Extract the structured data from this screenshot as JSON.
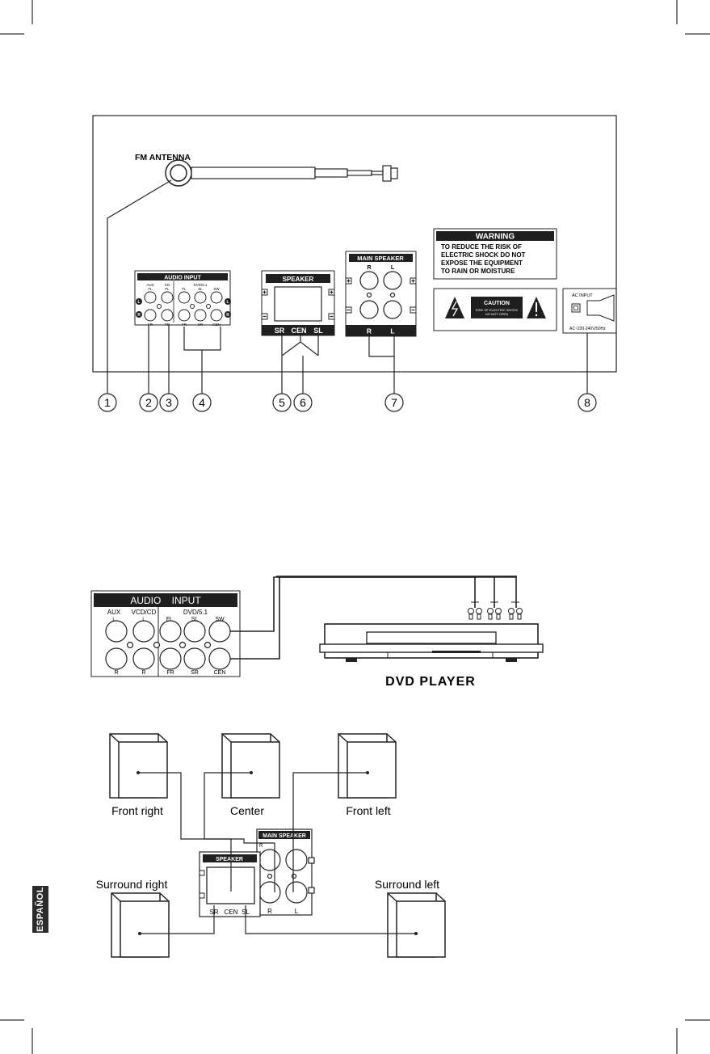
{
  "panel": {
    "antenna_label": "FM ANTENNA",
    "audio_input": {
      "title": "AUDIO INPUT",
      "aux": "AUX",
      "cd": "CD",
      "dvd": "DVD/5.1",
      "top": [
        "FL",
        "FL",
        "FL",
        "SL",
        "SW"
      ],
      "bottom": [
        "FR",
        "FR",
        "FR",
        "SR",
        "CEN"
      ],
      "side_l": "L",
      "side_r": "R"
    },
    "speaker": {
      "title": "SPEAKER",
      "labels": [
        "SR",
        "CEN",
        "SL"
      ]
    },
    "main_speaker": {
      "title": "MAIN SPEAKER",
      "top": [
        "R",
        "L"
      ],
      "bottom": [
        "R",
        "L"
      ]
    },
    "warning": {
      "title": "WARNING",
      "lines": [
        "TO REDUCE THE RISK OF",
        "ELECTRIC SHOCK DO NOT",
        "EXPOSE THE EQUIPMENT",
        "TO RAIN OR MOISTURE"
      ]
    },
    "caution": {
      "title": "CAUTION",
      "line1": "RISK OF ELECTRIC SHOCK",
      "line2": "DO NOT OPEN"
    },
    "ac": {
      "label": "AC INPUT",
      "rating": "AC~220-240V/50Hz"
    },
    "callouts": [
      "1",
      "2",
      "3",
      "4",
      "5",
      "6",
      "7",
      "8"
    ]
  },
  "connection": {
    "audio_input_title": "AUDIO    INPUT",
    "aux": "AUX",
    "aux_l": "L",
    "aux_r": "R",
    "vcd": "VCD/CD",
    "vcd_l": "L",
    "vcd_r": "R",
    "dvd": "DVD/5.1",
    "top": [
      "FL",
      "SL",
      "SW"
    ],
    "bottom": [
      "FR",
      "SR",
      "CEN"
    ],
    "dvd_player": "DVD PLAYER"
  },
  "speakers": {
    "front_right": "Front right",
    "center": "Center",
    "front_left": "Front left",
    "surround_right": "Surround right",
    "surround_left": "Surround left",
    "main_title": "MAIN SPEAKER",
    "main_bottom": [
      "R",
      "L"
    ],
    "main_top": "R",
    "speaker_title": "SPEAKER",
    "speaker_bottom": [
      "SR",
      "CEN",
      "SL"
    ]
  },
  "side_tab": "ESPAÑOL"
}
